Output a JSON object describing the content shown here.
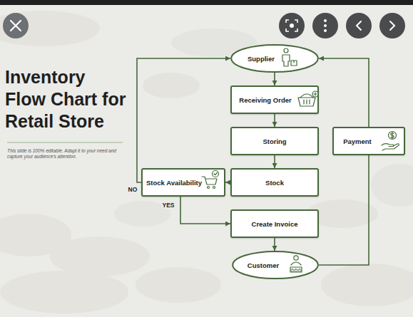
{
  "diagram": {
    "title": "Inventory Flow Chart for Retail Store",
    "caption": "This slide is 100% editable. Adapt it to your need and capture your audience's attention.",
    "nodes": [
      {
        "text": [
          "Supplier"
        ]
      },
      {
        "text": [
          "Receiving Order"
        ]
      },
      {
        "text": [
          "Storing"
        ]
      },
      {
        "text": [
          "Payment"
        ]
      },
      {
        "text": [
          "Stock Availability"
        ]
      },
      {
        "text": [
          "Stock"
        ]
      },
      {
        "text": [
          "Create Invoice"
        ]
      },
      {
        "text": [
          "Customer"
        ]
      }
    ],
    "edges": [
      {
        "from": 0,
        "to": 1,
        "arrow": "to"
      },
      {
        "from": 1,
        "to": 2,
        "arrow": "to"
      },
      {
        "from": 2,
        "to": 5,
        "arrow": "to"
      },
      {
        "from": 5,
        "to": 4,
        "arrow": "to"
      },
      {
        "from": 4,
        "to": 0,
        "label": "NO",
        "arrow": "to"
      },
      {
        "from": 4,
        "to": 6,
        "label": "YES",
        "arrow": "to"
      },
      {
        "from": 6,
        "to": 7,
        "arrow": "to"
      },
      {
        "from": 7,
        "to": 3,
        "arrow": "none"
      },
      {
        "from": 3,
        "to": 0,
        "arrow": "to"
      }
    ]
  }
}
